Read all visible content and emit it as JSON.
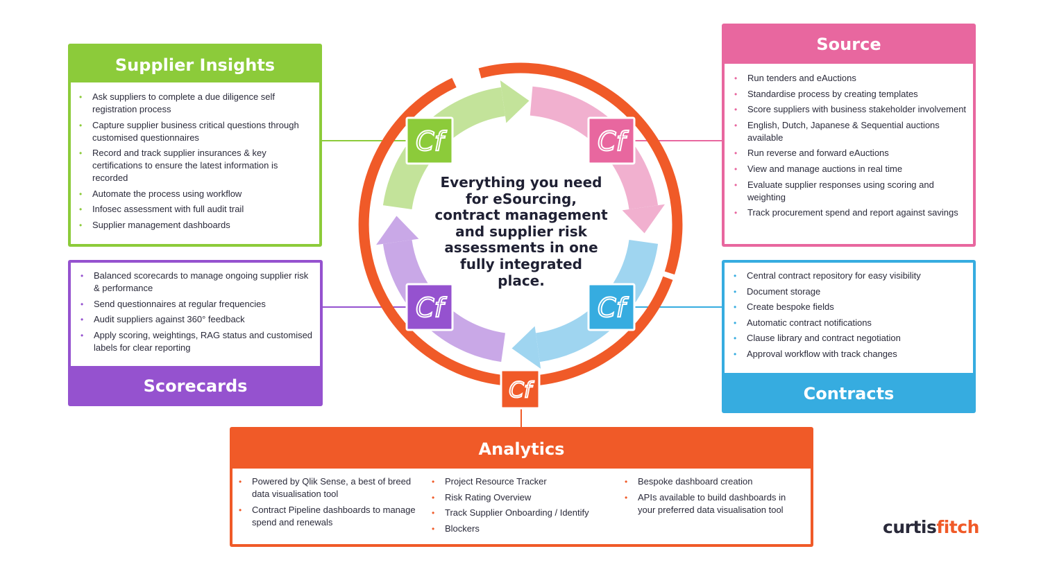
{
  "center_text": "Everything you need for eSourcing, contract management and supplier risk assessments in one fully integrated place.",
  "badge_text": "Cf",
  "colors": {
    "green": "#8ccb3a",
    "pink": "#e8679f",
    "purple": "#9552cf",
    "blue": "#36ace0",
    "orange": "#f05a28"
  },
  "panels": {
    "supplier_insights": {
      "title": "Supplier Insights",
      "items": [
        "Ask suppliers to complete a due diligence self registration process",
        "Capture supplier business critical questions through customised questionnaires",
        "Record and track supplier insurances & key certifications to ensure the latest information is recorded",
        "Automate the process using workflow",
        "Infosec assessment with full audit trail",
        "Supplier management dashboards"
      ]
    },
    "source": {
      "title": "Source",
      "items": [
        "Run tenders and eAuctions",
        "Standardise process by creating templates",
        "Score suppliers with business stakeholder involvement",
        "English, Dutch, Japanese & Sequential auctions available",
        "Run reverse and forward eAuctions",
        "View and manage auctions in real time",
        "Evaluate supplier responses using scoring and weighting",
        "Track procurement spend and report against savings"
      ]
    },
    "scorecards": {
      "title": "Scorecards",
      "items": [
        "Balanced scorecards to manage ongoing supplier risk & performance",
        "Send questionnaires at regular frequencies",
        "Audit suppliers against 360° feedback",
        "Apply scoring, weightings, RAG status and customised labels for clear reporting"
      ]
    },
    "contracts": {
      "title": "Contracts",
      "items": [
        "Central contract repository for easy visibility",
        "Document storage",
        "Create bespoke fields",
        "Automatic contract notifications",
        "Clause library and contract negotiation",
        "Approval workflow with track changes"
      ]
    },
    "analytics": {
      "title": "Analytics",
      "columns": [
        [
          "Powered by Qlik Sense, a best of breed data visualisation tool",
          "Contract Pipeline dashboards to manage spend and renewals"
        ],
        [
          "Project Resource Tracker",
          "Risk Rating Overview",
          "Track Supplier Onboarding / Identify",
          "Blockers"
        ],
        [
          "Bespoke dashboard creation",
          "APIs available to build dashboards in your preferred data visualisation tool"
        ]
      ]
    }
  },
  "logo": {
    "part1": "curtis",
    "part2": "fitch"
  }
}
